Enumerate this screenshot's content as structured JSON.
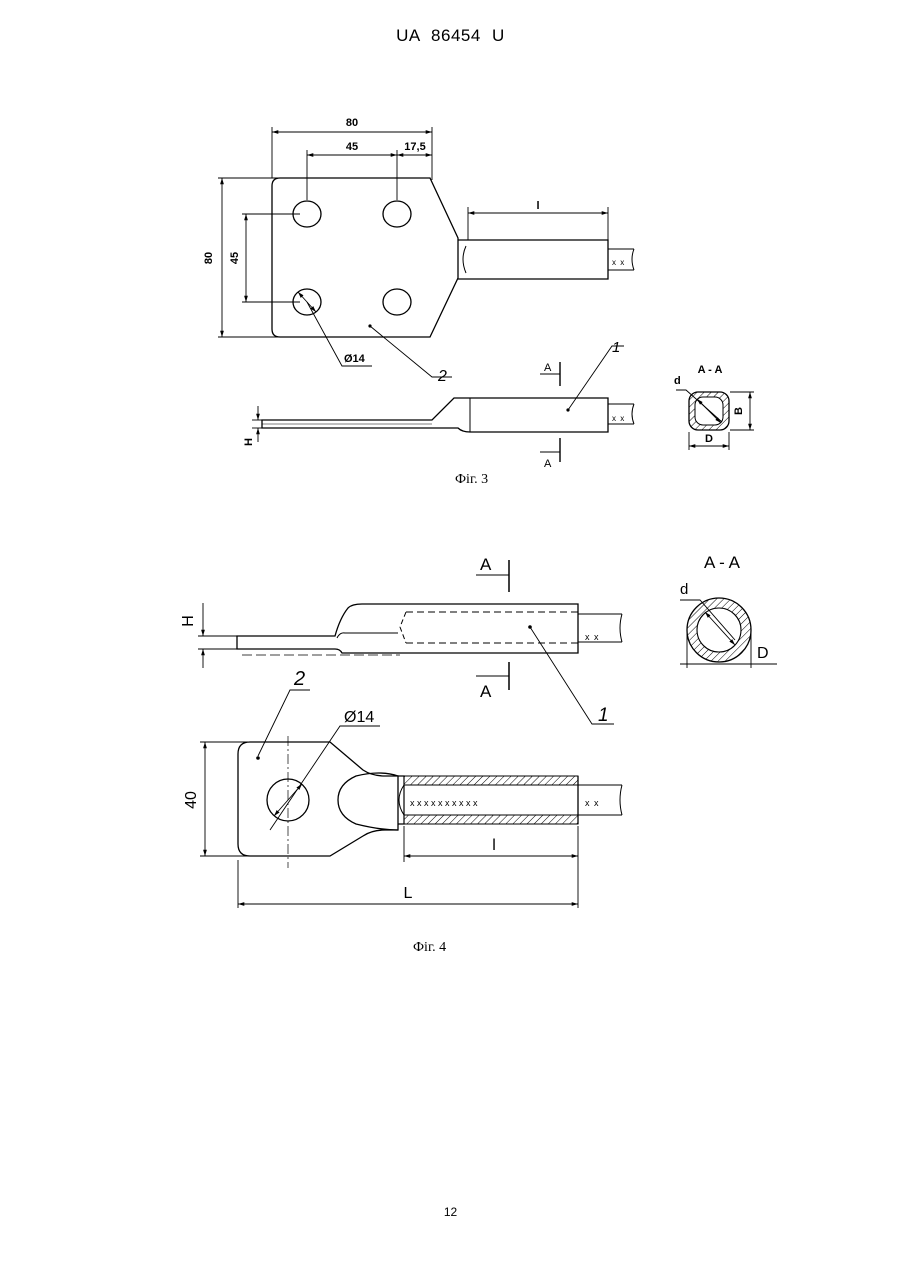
{
  "header": {
    "patent": "UA   86454   U"
  },
  "fig3": {
    "dims": {
      "width80": "80",
      "pitch45": "45",
      "edge17_5": "17,5",
      "height80": "80",
      "vpitch45": "45",
      "l": "l",
      "hole": "Ø14",
      "H": "H"
    },
    "labels": {
      "part2": "2",
      "part1": "1",
      "section_a_top": "A",
      "section_a_bottom": "A"
    },
    "section": {
      "title": "A - A",
      "d": "d",
      "D": "D",
      "B": "B"
    },
    "marks": "x  x",
    "caption": "Фіг. 3"
  },
  "fig4": {
    "dims": {
      "H": "H",
      "hole": "Ø14",
      "height40": "40",
      "l": "l",
      "L": "L"
    },
    "labels": {
      "part1": "1",
      "part2": "2",
      "section_a_top": "A",
      "section_a_bottom": "A"
    },
    "section": {
      "title": "A - A",
      "d": "d",
      "D": "D"
    },
    "marks_tube": "x  x  x  x  x  x  x  x  x  x",
    "marks_wire": "x  x",
    "caption": "Фіг. 4"
  },
  "page_number": "12"
}
